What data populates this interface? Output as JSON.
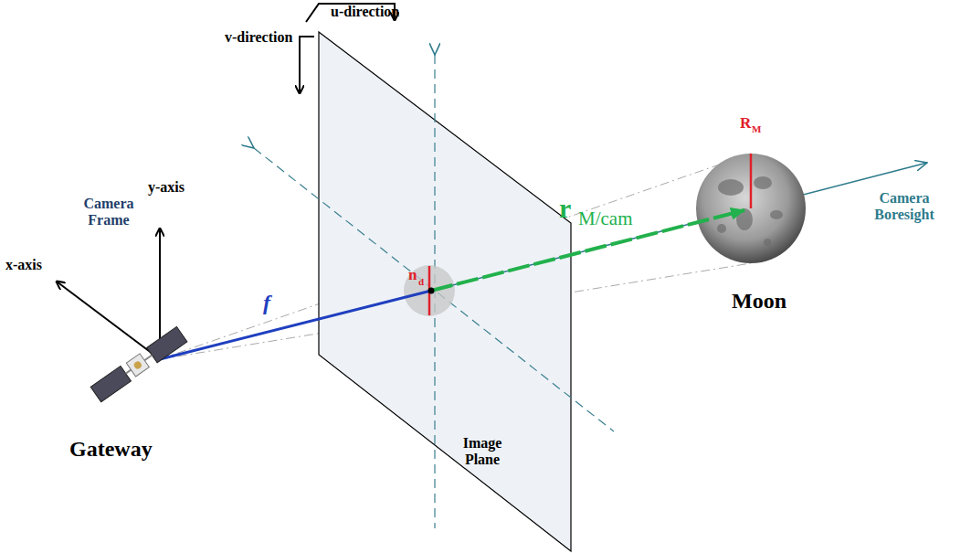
{
  "diagram": {
    "labels": [
      "u-direction",
      "v-direction",
      "y-axis",
      "x-axis",
      "Camera Frame",
      "f",
      "n",
      "d",
      "r",
      "M/cam",
      "R",
      "M",
      "Camera Boresight",
      "Moon",
      "Gateway",
      "Image Plane"
    ]
  }
}
